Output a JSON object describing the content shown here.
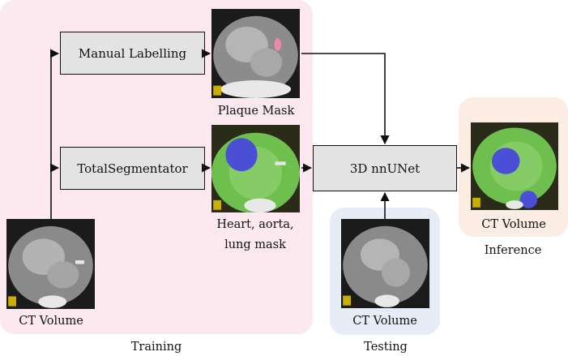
{
  "regions": {
    "training": "Training",
    "testing": "Testing",
    "inference": "Inference"
  },
  "boxes": {
    "manual_labelling": "Manual Labelling",
    "totalsegmentator": "TotalSegmentator",
    "nnunet": "3D nnUNet"
  },
  "captions": {
    "plaque_mask": "Plaque Mask",
    "organ_mask_line1": "Heart, aorta,",
    "organ_mask_line2": "lung mask",
    "ct_training": "CT Volume",
    "ct_testing": "CT Volume",
    "ct_inference": "CT Volume"
  },
  "colors": {
    "training_bg": "#fbe9ef",
    "testing_bg": "#e6edf6",
    "inference_bg": "#fbece4",
    "box_fill": "#e3e3e3",
    "seg_green": "#6fbf4f",
    "seg_blue": "#4b4fd6",
    "plaque_pink": "#e88aa8"
  }
}
